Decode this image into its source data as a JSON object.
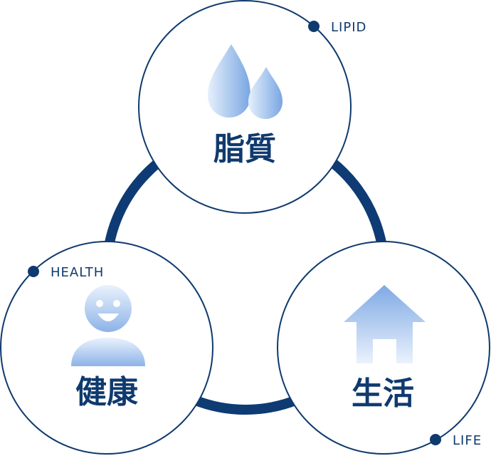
{
  "nodes": {
    "lipid": {
      "title": "脂質",
      "tag": "LIPID",
      "icon": "water-drops-icon"
    },
    "health": {
      "title": "健康",
      "tag": "HEALTH",
      "icon": "smiling-person-icon"
    },
    "life": {
      "title": "生活",
      "tag": "LIFE",
      "icon": "house-icon"
    }
  },
  "colors": {
    "navy": "#0f3a6e",
    "ring": "#0e3b73",
    "icon_light": "#e3eefb",
    "icon_dark": "#7aa7e3"
  }
}
